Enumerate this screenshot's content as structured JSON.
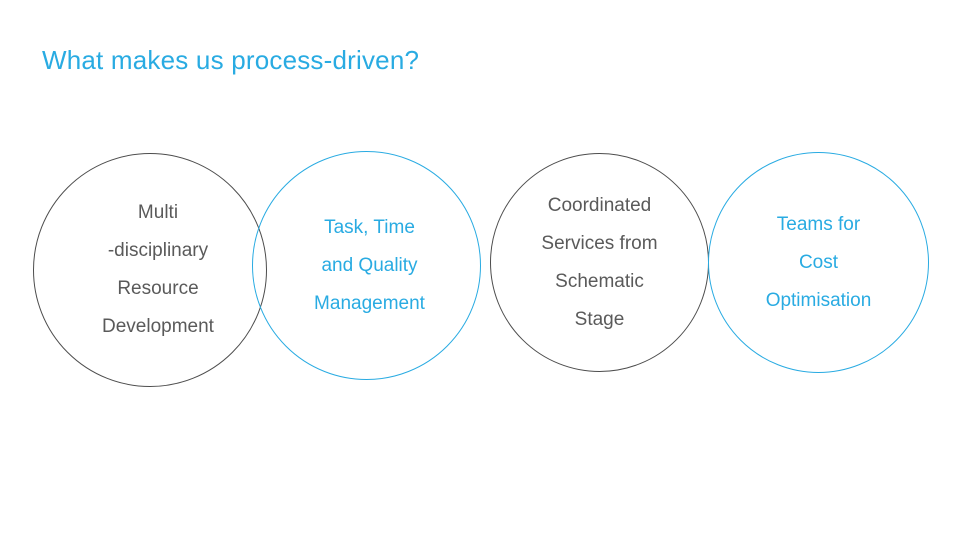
{
  "slide": {
    "title": "What makes us process-driven?",
    "background_color": "#ffffff",
    "accent_color": "#29abe2",
    "neutral_color": "#4d4d4d",
    "text_neutral_color": "#5a5a5a"
  },
  "diagram": {
    "type": "overlapping-circles",
    "circles": [
      {
        "id": "multi-disciplinary-resource-development",
        "label": "Multi\n-disciplinary\nResource\nDevelopment",
        "style": "dark",
        "stroke_color": "#4d4d4d",
        "text_color": "#5a5a5a"
      },
      {
        "id": "task-time-and-quality-management",
        "label": "Task, Time\nand Quality\nManagement",
        "style": "blue",
        "stroke_color": "#29abe2",
        "text_color": "#29abe2"
      },
      {
        "id": "coordinated-services-from-schematic-stage",
        "label": "Coordinated\nServices from\nSchematic\nStage",
        "style": "dark",
        "stroke_color": "#4d4d4d",
        "text_color": "#5a5a5a"
      },
      {
        "id": "teams-for-cost-optimisation",
        "label": "Teams for\nCost\nOptimisation",
        "style": "blue",
        "stroke_color": "#29abe2",
        "text_color": "#29abe2"
      }
    ]
  }
}
